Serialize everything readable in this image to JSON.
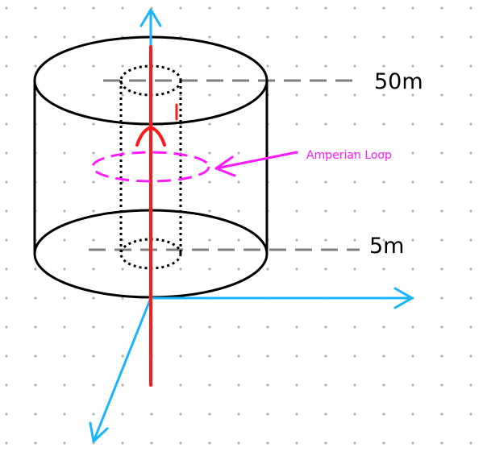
{
  "labels": {
    "upper_height": "50m",
    "lower_height": "5m",
    "loop_label": "Amperian Loop"
  },
  "colors": {
    "background": "#ffffff",
    "grid_dot": "#b4b4b4",
    "cylinder": "#000000",
    "axis": "#1ab4ff",
    "wire": "#ff1a1a",
    "loop": "#ff1aff",
    "level_line": "#808080"
  },
  "icons": {
    "axis_arrowhead": "open-chevron-arrow",
    "loop_pointer": "open-chevron-arrow"
  }
}
